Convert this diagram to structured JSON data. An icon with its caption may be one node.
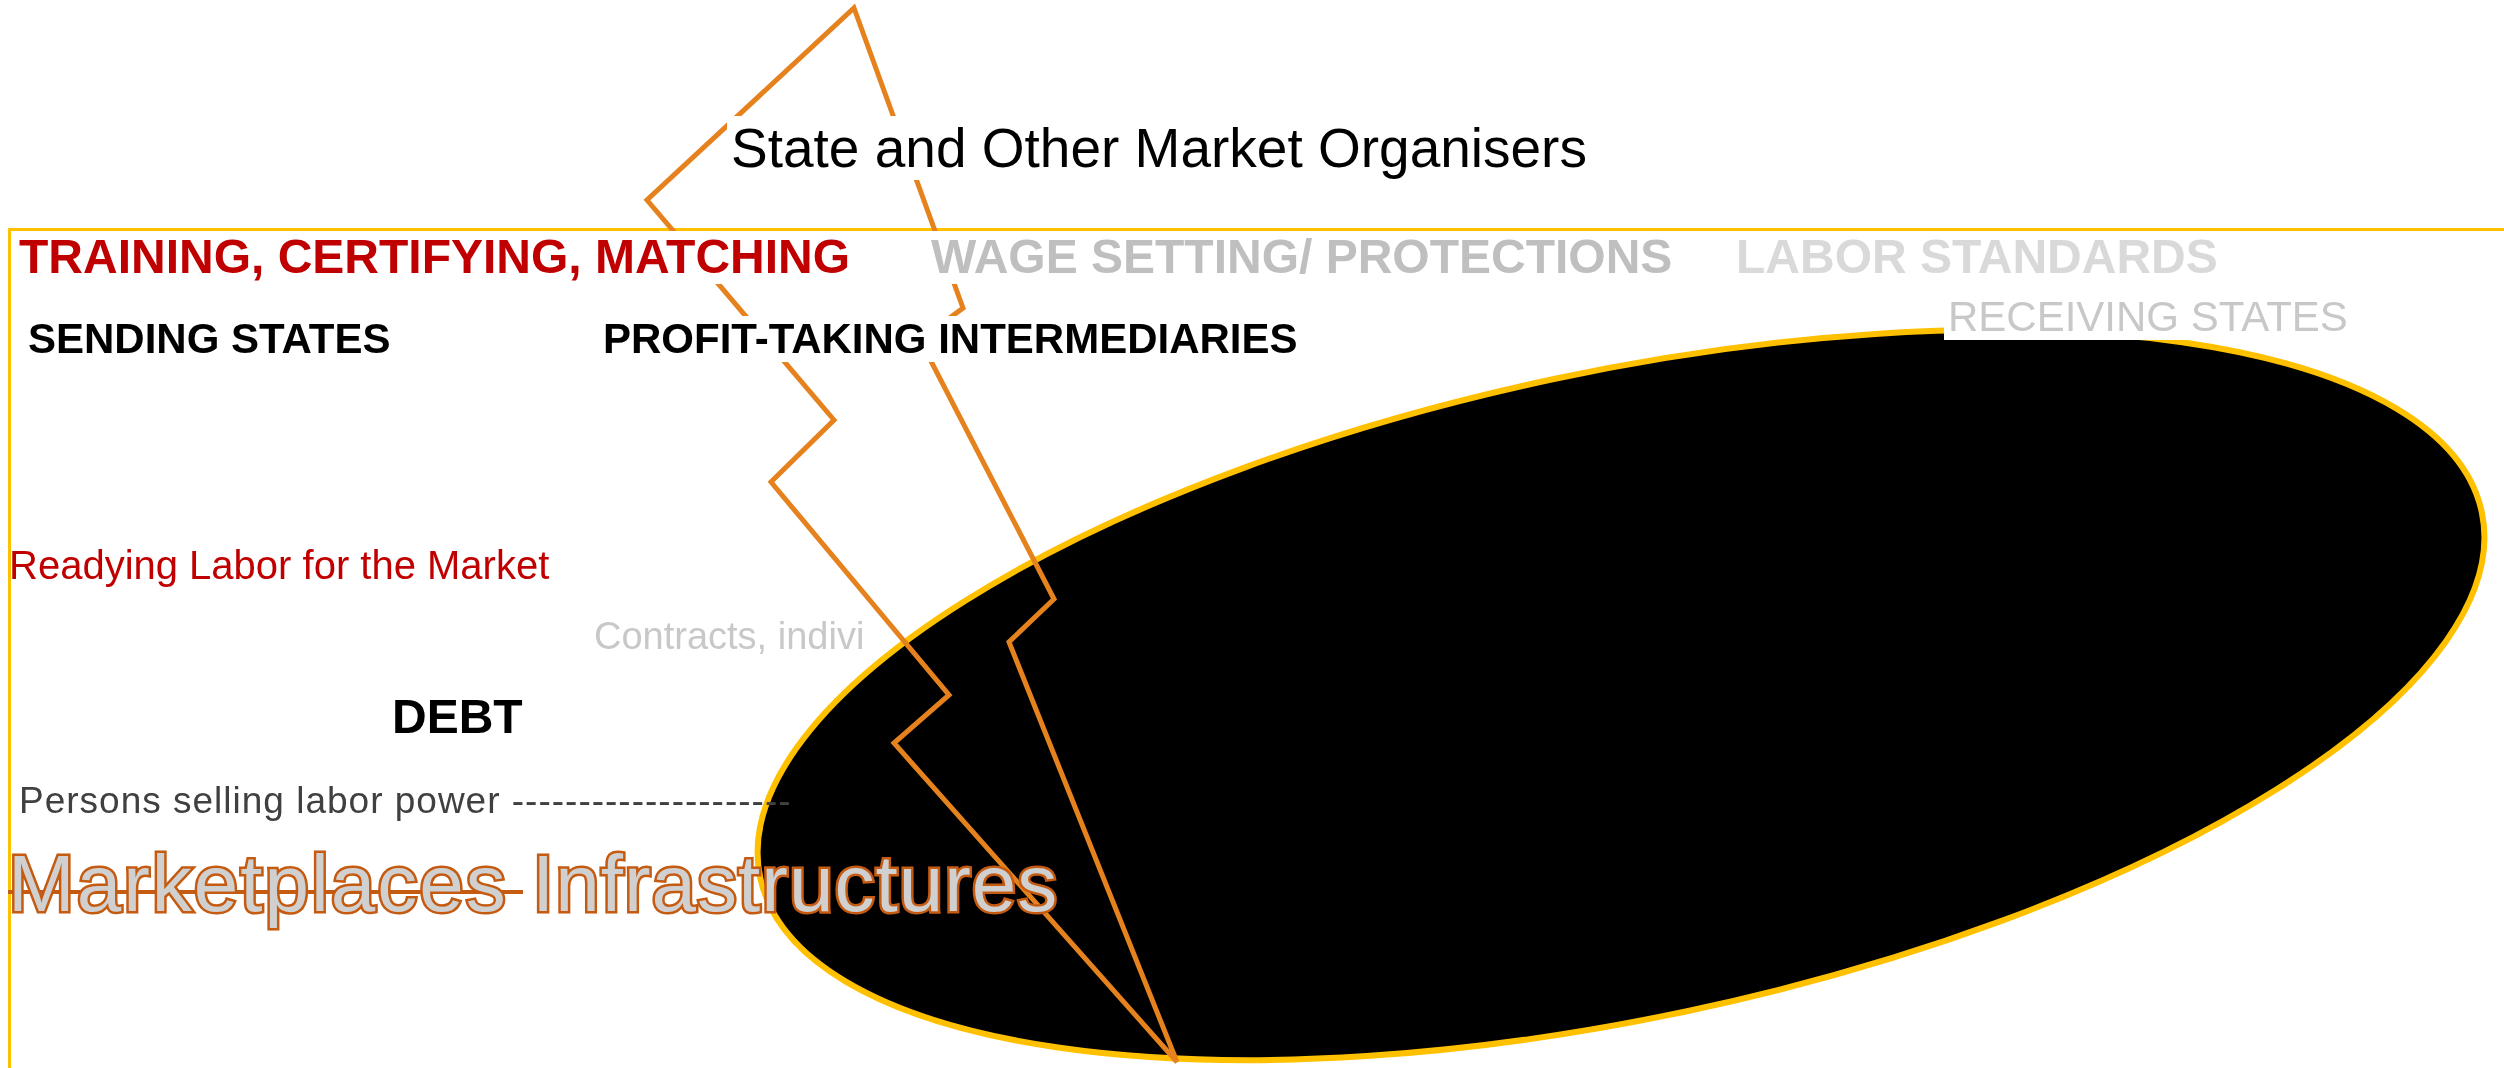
{
  "diagram": {
    "title": "State and Other Market Organisers",
    "labels": [
      "TRAINING, CERTIFYING, MATCHING",
      "WAGE SETTING/ PROTECTIONS",
      "LABOR STANDARDS",
      "SENDING STATES",
      "PROFIT-TAKING INTERMEDIARIES",
      "RECEIVING STATES",
      "Readying Labor for the Market",
      "Contracts, indivi",
      "DEBT",
      "Persons selling labor power ---------------------",
      "Marketplaces",
      "Infrastructures"
    ]
  }
}
